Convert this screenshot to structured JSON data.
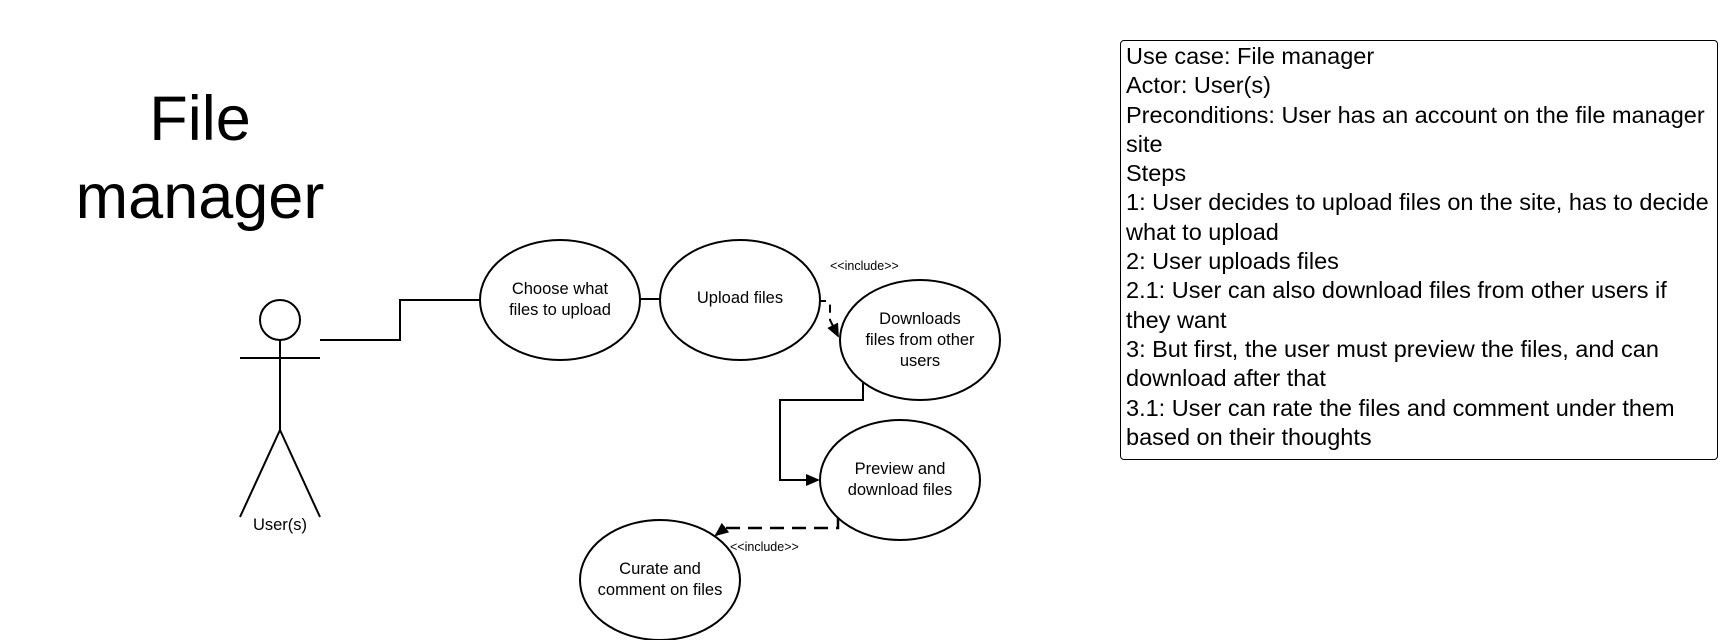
{
  "title": {
    "line1": "File",
    "line2": "manager"
  },
  "actor": {
    "label": "User(s)"
  },
  "use_cases": {
    "choose": "Choose what\nfiles to upload",
    "upload": "Upload files",
    "downloads": "Downloads\nfiles from other\nusers",
    "preview": "Preview and\ndownload files",
    "curate": "Curate and\ncomment on files"
  },
  "relations": {
    "include_top": "<<include>>",
    "include_bottom": "<<include>>"
  },
  "spec": {
    "lines": [
      "Use case: File manager",
      "Actor: User(s)",
      "Preconditions: User has an account on the file manager site",
      "Steps",
      "1: User decides to upload files on the site, has to decide what to upload",
      "2: User uploads files",
      "2.1: User can also download files from other users if they want",
      "3: But first, the user must preview the files, and can download after that",
      "3.1: User can rate the files and comment under them based on their thoughts"
    ]
  }
}
